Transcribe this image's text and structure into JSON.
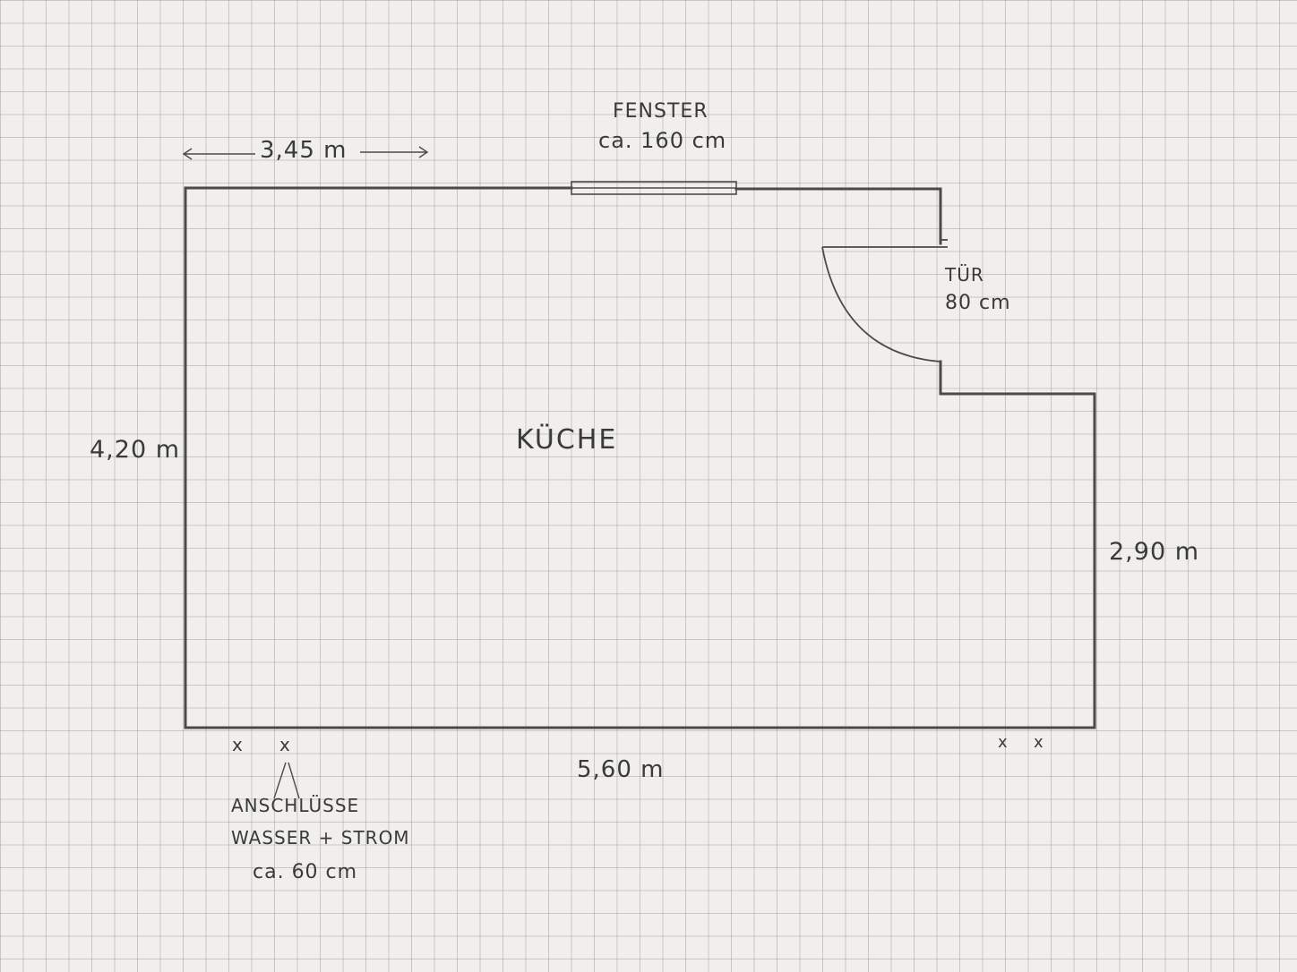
{
  "plan": {
    "room_name": "KÜCHE",
    "dimensions": {
      "top_segment": "3,45 m",
      "left_wall": "4,20 m",
      "right_wall": "2,90 m",
      "bottom_wall": "5,60 m"
    },
    "window": {
      "label": "FENSTER",
      "size": "ca. 160 cm"
    },
    "door": {
      "label": "TÜR",
      "size": "80 cm"
    },
    "connections": {
      "marker": "x",
      "line1": "ANSCHLÜSSE",
      "line2": "WASSER + STROM",
      "line3": "ca. 60 cm"
    }
  }
}
